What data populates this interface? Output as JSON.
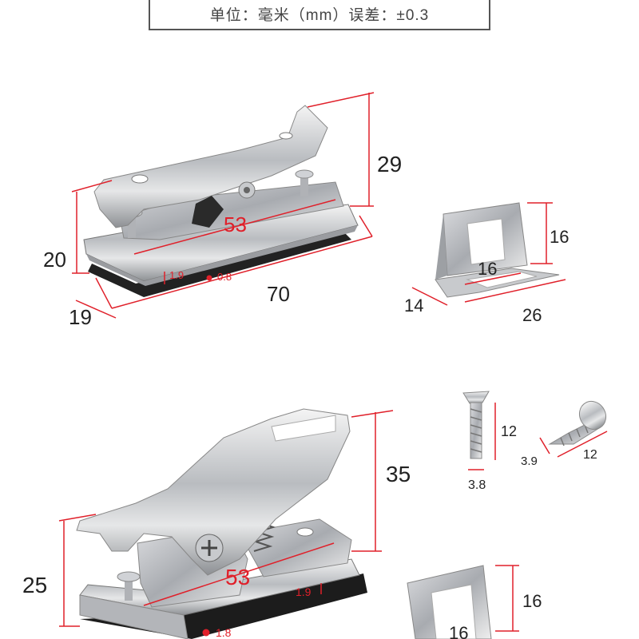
{
  "header": {
    "text": "单位：毫米（mm）误差：±0.3"
  },
  "top_latch": {
    "height_label": "29",
    "length_label": "70",
    "depth_label": "19",
    "side_height_label": "20",
    "inner_length_label": "53",
    "thickness_a_label": "1.9",
    "thickness_b_label": "0.8"
  },
  "top_strike": {
    "height_label": "16",
    "inner_width_label": "16",
    "depth_label": "14",
    "length_label": "26"
  },
  "bottom_latch": {
    "height_label": "35",
    "side_height_label": "25",
    "inner_length_label": "53",
    "thickness_a_label": "1.9",
    "thickness_b_label": "1.8"
  },
  "screw_flat": {
    "length_label": "12",
    "diameter_label": "3.8"
  },
  "screw_pan": {
    "length_label": "12",
    "diameter_label": "3.9"
  },
  "bottom_strike": {
    "height_label": "16",
    "inner_width_label": "16"
  }
}
